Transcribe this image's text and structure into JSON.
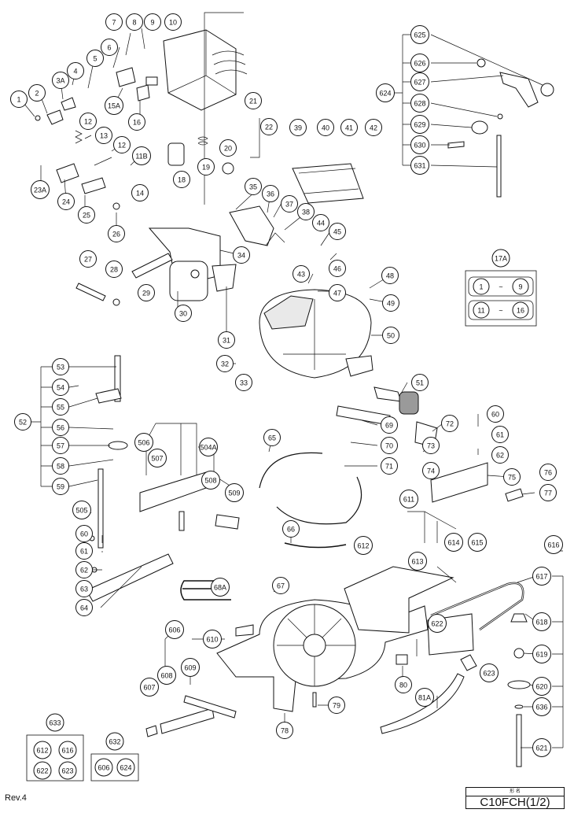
{
  "model": "C10FCH(1/2)",
  "revision": "Rev.4",
  "title_box_label": "形 名",
  "kits": [
    {
      "label": "17A",
      "contents": [
        "1",
        "~",
        "9",
        "11",
        "~",
        "16"
      ]
    },
    {
      "label": "633",
      "contents": [
        "612",
        "616",
        "622",
        "623"
      ]
    },
    {
      "label": "632",
      "contents": [
        "606",
        "624"
      ]
    }
  ],
  "callouts": [
    "1",
    "2",
    "3A",
    "4",
    "5",
    "6",
    "7",
    "8",
    "9",
    "10",
    "11B",
    "12",
    "12",
    "13",
    "14",
    "15A",
    "16",
    "18",
    "19",
    "20",
    "21",
    "22",
    "23A",
    "24",
    "25",
    "26",
    "27",
    "28",
    "29",
    "30",
    "31",
    "32",
    "33",
    "34",
    "35",
    "36",
    "37",
    "38",
    "39",
    "40",
    "41",
    "42",
    "43",
    "44",
    "45",
    "46",
    "47",
    "48",
    "49",
    "50",
    "51",
    "52",
    "53",
    "54",
    "55",
    "56",
    "57",
    "58",
    "59",
    "60",
    "61",
    "62",
    "63",
    "64",
    "65",
    "66",
    "67",
    "68A",
    "69",
    "70",
    "71",
    "72",
    "73",
    "74",
    "75",
    "76",
    "77",
    "78",
    "79",
    "80",
    "81A",
    "504A",
    "505",
    "506",
    "507",
    "508",
    "509",
    "606",
    "607",
    "608",
    "609",
    "610",
    "611",
    "612",
    "613",
    "614",
    "615",
    "616",
    "617",
    "618",
    "619",
    "620",
    "621",
    "622",
    "623",
    "624",
    "625",
    "626",
    "627",
    "628",
    "629",
    "630",
    "631",
    "636",
    "60",
    "61",
    "62"
  ]
}
